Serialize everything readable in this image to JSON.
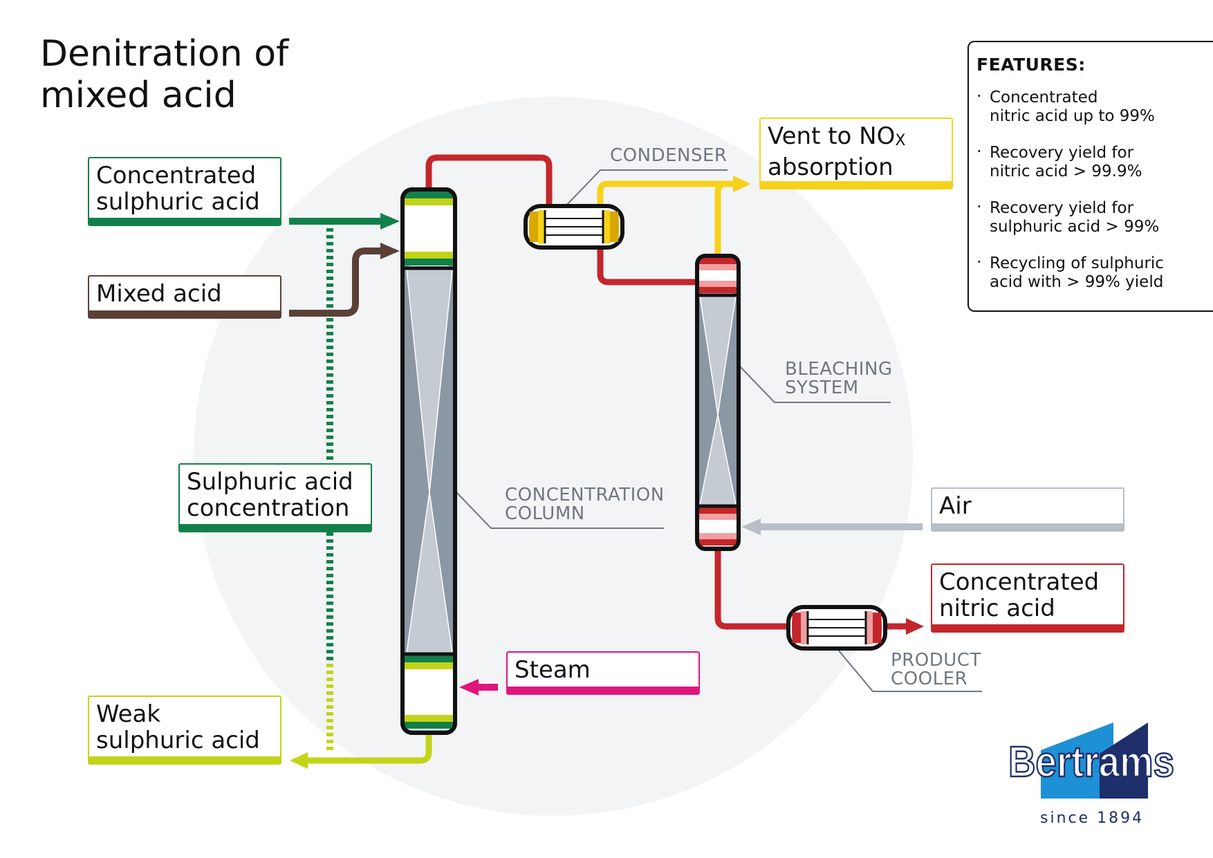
{
  "title": {
    "line1": "Denitration of",
    "line2": "mixed acid"
  },
  "boxes": {
    "conc_sulphuric": {
      "line1": "Concentrated",
      "line2": "sulphuric acid",
      "color": "#12804a"
    },
    "mixed_acid": {
      "line1": "Mixed acid",
      "color": "#5b4038"
    },
    "sulphuric_conc": {
      "line1": "Sulphuric acid",
      "line2": "concentration",
      "color": "#12804a"
    },
    "weak_sulphuric": {
      "line1": "Weak",
      "line2": "sulphuric acid",
      "color": "#c2d418"
    },
    "steam": {
      "line1": "Steam",
      "color": "#e0157c"
    },
    "vent": {
      "line1": "Vent to NO",
      "subscript": "X",
      "line2": "absorption",
      "color": "#f7d21b"
    },
    "air": {
      "line1": "Air",
      "color": "#b8bec6"
    },
    "conc_nitric": {
      "line1": "Concentrated",
      "line2": "nitric acid",
      "color": "#c4262b"
    }
  },
  "labels": {
    "condenser": {
      "line1": "CONDENSER"
    },
    "bleaching": {
      "line1": "BLEACHING",
      "line2": "SYSTEM"
    },
    "concentration": {
      "line1": "CONCENTRATION",
      "line2": "COLUMN"
    },
    "product_cooler": {
      "line1": "PRODUCT",
      "line2": "COOLER"
    }
  },
  "features": {
    "title": "FEATURES:",
    "items": [
      {
        "line1": "Concentrated",
        "line2": "nitric acid up to 99%"
      },
      {
        "line1": "Recovery yield for",
        "line2": "nitric acid > 99.9%"
      },
      {
        "line1": "Recovery yield for",
        "line2": "sulphuric acid > 99%"
      },
      {
        "line1": "Recycling of sulphuric",
        "line2": "acid with > 99% yield"
      }
    ]
  },
  "logo": {
    "name": "Bertrams",
    "tagline": "since 1894",
    "colors": {
      "blue": "#1e90d6",
      "navy": "#1f2f6b"
    }
  },
  "colors": {
    "red": "#c4262b",
    "yellow": "#f7d21b",
    "green": "#12804a",
    "brown": "#5b4038",
    "lime": "#c2d418",
    "magenta": "#e0157c",
    "grey": "#b8bec6",
    "background_circle": "#f3f4f6"
  }
}
